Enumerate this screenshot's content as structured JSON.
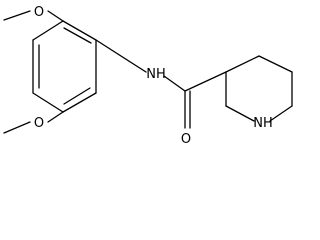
{
  "molecule": {
    "atoms": {
      "o_top": "O",
      "o_bottom": "O",
      "nh_amide": "NH",
      "o_carbonyl": "O",
      "nh_ring": "NH"
    }
  }
}
